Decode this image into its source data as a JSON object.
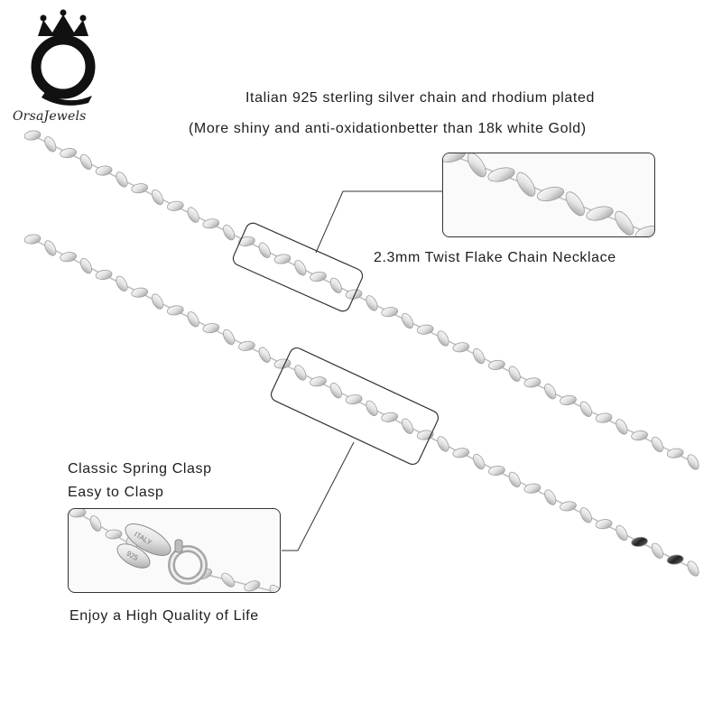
{
  "brand": {
    "logo_text": "OrsaJewels",
    "name": "OrsaJewels"
  },
  "headline": {
    "line1": "Italian 925 sterling silver chain and rhodium plated",
    "line2": "(More shiny and anti-oxidationbetter than 18k white Gold)"
  },
  "callouts": {
    "chain_type": "2.3mm Twist Flake Chain Necklace",
    "clasp_line1": "Classic Spring Clasp",
    "clasp_line2": "Easy to Clasp",
    "tagline": "Enjoy a High Quality of Life"
  },
  "stamps": {
    "italy": "ITALY",
    "silver": "925"
  },
  "colors": {
    "silver_light": "#f3f3f3",
    "silver_mid": "#c9c9c9",
    "silver_dark": "#8a8a8a",
    "outline": "#333333"
  }
}
